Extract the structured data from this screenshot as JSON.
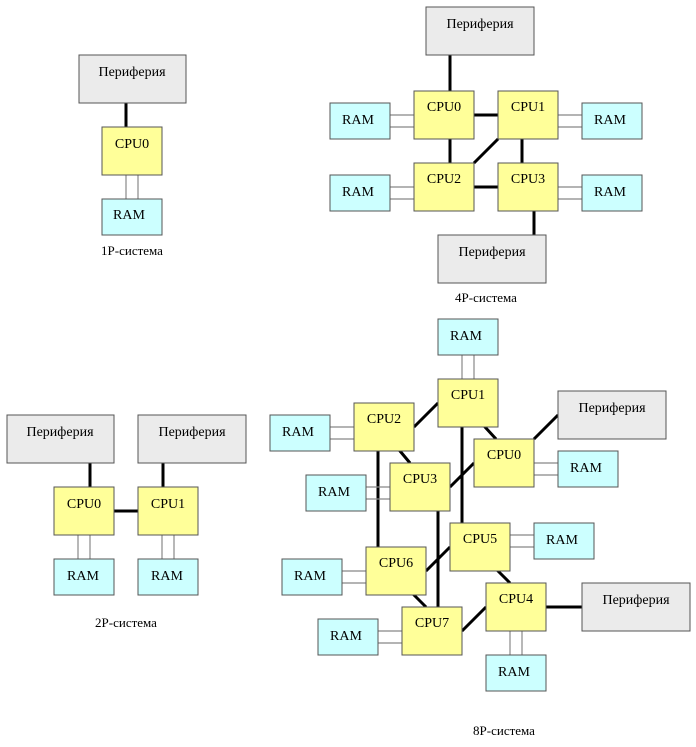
{
  "colors": {
    "cpu": "#ffff99",
    "ram": "#ccffff",
    "periphery": "#ebebeb",
    "border": "#555555",
    "line": "#000000",
    "ram_link": "#888888"
  },
  "labels": {
    "periphery": "Периферия",
    "ram": "RAM"
  },
  "systems": [
    {
      "id": "1p",
      "caption": "1P-система",
      "cpus": [
        "CPU0"
      ]
    },
    {
      "id": "2p",
      "caption": "2P-система",
      "cpus": [
        "CPU0",
        "CPU1"
      ]
    },
    {
      "id": "4p",
      "caption": "4P-система",
      "cpus": [
        "CPU0",
        "CPU1",
        "CPU2",
        "CPU3"
      ]
    },
    {
      "id": "8p",
      "caption": "8P-система",
      "cpus": [
        "CPU0",
        "CPU1",
        "CPU2",
        "CPU3",
        "CPU4",
        "CPU5",
        "CPU6",
        "CPU7"
      ]
    }
  ]
}
